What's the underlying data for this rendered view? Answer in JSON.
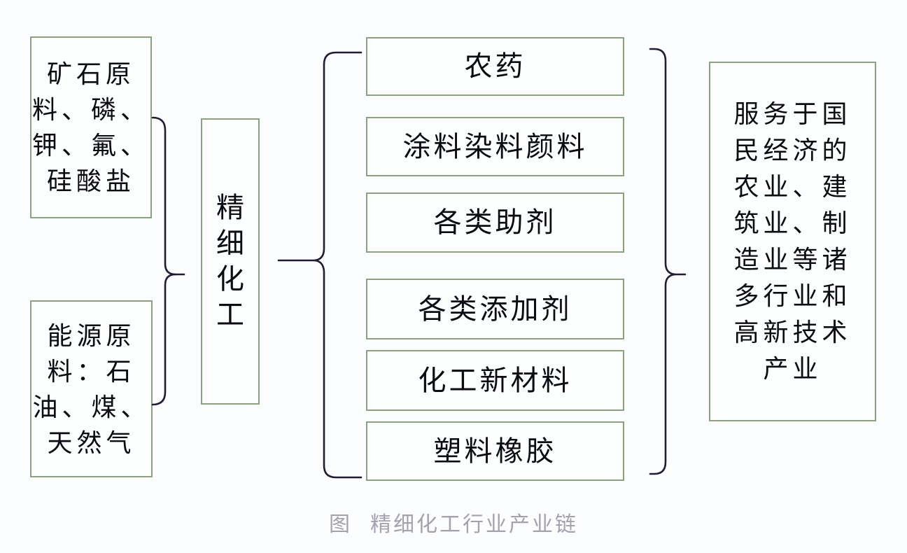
{
  "diagram": {
    "colors": {
      "background": "#fcfdfe",
      "box_border": "#8aa37d",
      "brace_line": "#221c36",
      "box_text": "#0b0b12",
      "caption_text": "#a6a0b1"
    },
    "inputs": {
      "mineral": {
        "full_text": "矿石原料、磷、钾、氟、硅酸盐",
        "lines": [
          "矿石原",
          "料、磷、",
          "钾、氟、",
          "硅酸盐"
        ]
      },
      "energy": {
        "full_text": "能源原料：石油、煤、天然气",
        "lines": [
          "能源原",
          "料：石",
          "油、煤、",
          "天然气"
        ]
      }
    },
    "center_box": {
      "full_text": "精细化工",
      "chars": [
        "精",
        "细",
        "化",
        "工"
      ]
    },
    "product_boxes": [
      {
        "label": "农药"
      },
      {
        "label": "涂料染料颜料"
      },
      {
        "label": "各类助剂"
      },
      {
        "label": "各类添加剂"
      },
      {
        "label": "化工新材料"
      },
      {
        "label": "塑料橡胶"
      }
    ],
    "output_box": {
      "full_text": "服务于国民经济的农业、建筑业、制造业等诸多行业和高新技术产业",
      "lines": [
        "服务于国",
        "民经济的",
        "农业、建",
        "筑业、制",
        "造业等诸",
        "多行业和",
        "高新技术",
        "产业"
      ]
    },
    "caption": {
      "prefix": "图",
      "title": "精细化工行业产业链"
    }
  }
}
